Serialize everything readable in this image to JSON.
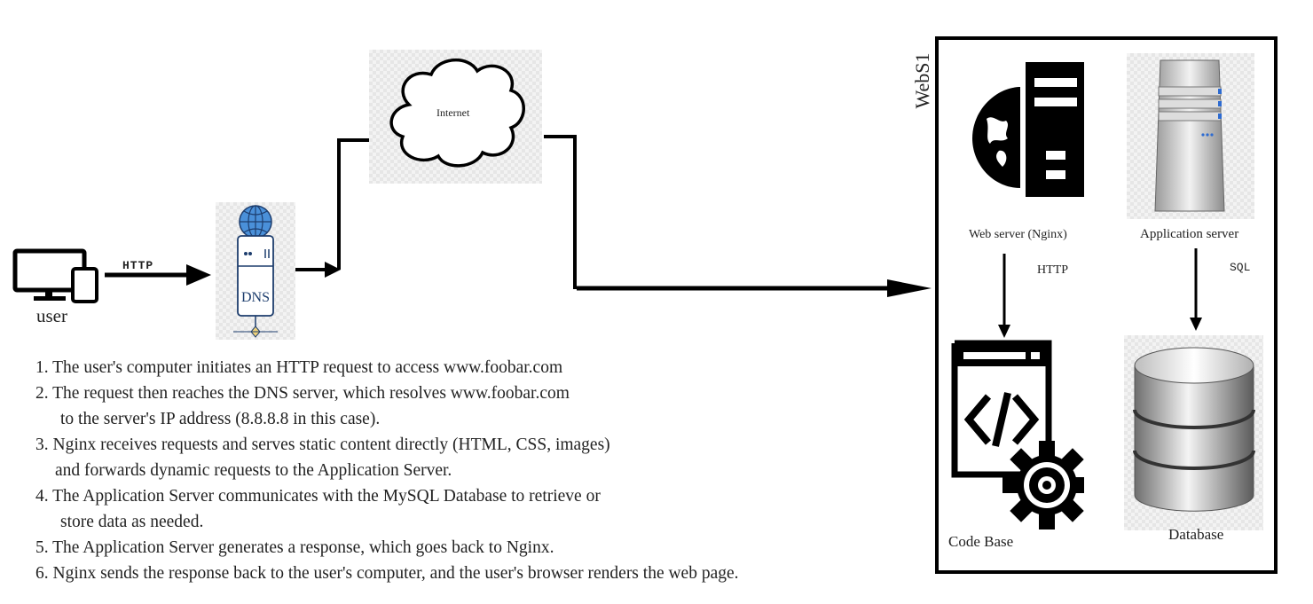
{
  "nodes": {
    "user_label": "user",
    "dns_label": "DNS",
    "internet_label": "Internet",
    "server_box_title": "WebS1",
    "web_server_label": "Web server (Nginx)",
    "app_server_label": "Application server",
    "code_base_label": "Code Base",
    "database_label": "Database"
  },
  "edges": {
    "user_to_dns": "HTTP",
    "nginx_to_codebase": "HTTP",
    "app_to_db": "SQL"
  },
  "steps": [
    {
      "line1": "1. The user's computer initiates an HTTP request to access www.foobar.com",
      "line2": ""
    },
    {
      "line1": "2. The request then reaches the DNS server, which resolves www.foobar.com",
      "line2": "to the server's IP address (8.8.8.8 in this case)."
    },
    {
      "line1": "3. Nginx receives requests and serves static content directly (HTML, CSS, images)",
      "line2": "and forwards dynamic requests to the Application Server."
    },
    {
      "line1": "4. The Application Server communicates with the MySQL Database to retrieve or",
      "line2": "store data as needed."
    },
    {
      "line1": "5. The Application Server generates a response, which goes back to Nginx.",
      "line2": ""
    },
    {
      "line1": "6. Nginx sends the response back to the user's computer, and the user's browser renders the web page.",
      "line2": ""
    }
  ]
}
